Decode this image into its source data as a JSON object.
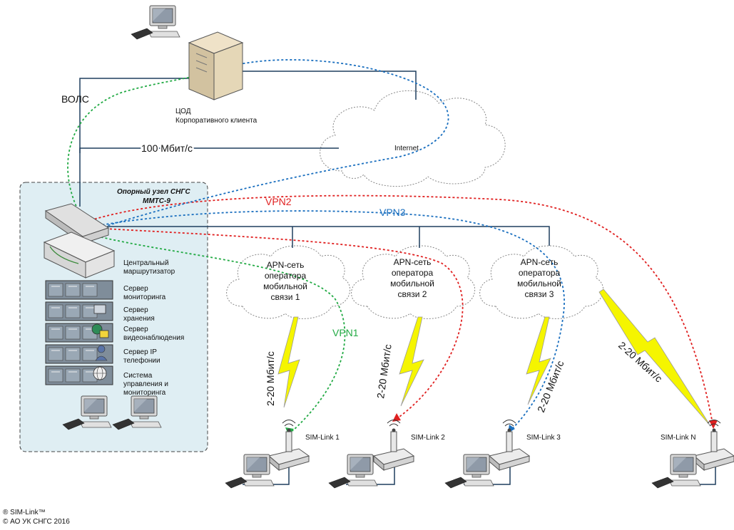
{
  "links": {
    "fiber": "ВОЛС",
    "speed_main": "100 Мбит/с",
    "speed_mobile": "2-20 Мбит/с"
  },
  "datacenter": {
    "line1": "ЦОД",
    "line2": "Корпоративного клиента"
  },
  "internet": "Internet",
  "hub": {
    "line1": "Опорный узел СНГС",
    "line2": "ММТС-9"
  },
  "servers": {
    "router": [
      "Центральный",
      "маршрутизатор"
    ],
    "monitoring": [
      "Сервер",
      "мониторинга"
    ],
    "storage": [
      "Сервер",
      "хранения"
    ],
    "video": [
      "Сервер",
      "видеонаблюдения"
    ],
    "ip": [
      "Сервер IP",
      "телефонии"
    ],
    "mgmt": [
      "Система",
      "управления и",
      "мониторинга"
    ]
  },
  "apn": [
    [
      "APN-сеть",
      "оператора",
      "мобильной",
      "связи 1"
    ],
    [
      "APN-сеть",
      "оператора",
      "мобильной",
      "связи 2"
    ],
    [
      "APN-сеть",
      "оператора",
      "мобильной",
      "связи 3"
    ]
  ],
  "vpn": {
    "vpn1": "VPN1",
    "vpn2": "VPN2",
    "vpn3": "VPN3"
  },
  "devices": [
    "SIM-Link 1",
    "SIM-Link 2",
    "SIM-Link 3",
    "SIM-Link N"
  ],
  "footer": {
    "line1": "® SIM-Link™",
    "line2": "© АО УК СНГС 2016"
  },
  "colors": {
    "vpn1": "#22aa44",
    "vpn2": "#e02020",
    "vpn3": "#1a6fbf",
    "lightning": "#f5f500",
    "hub_bg": "#dfeef3"
  }
}
